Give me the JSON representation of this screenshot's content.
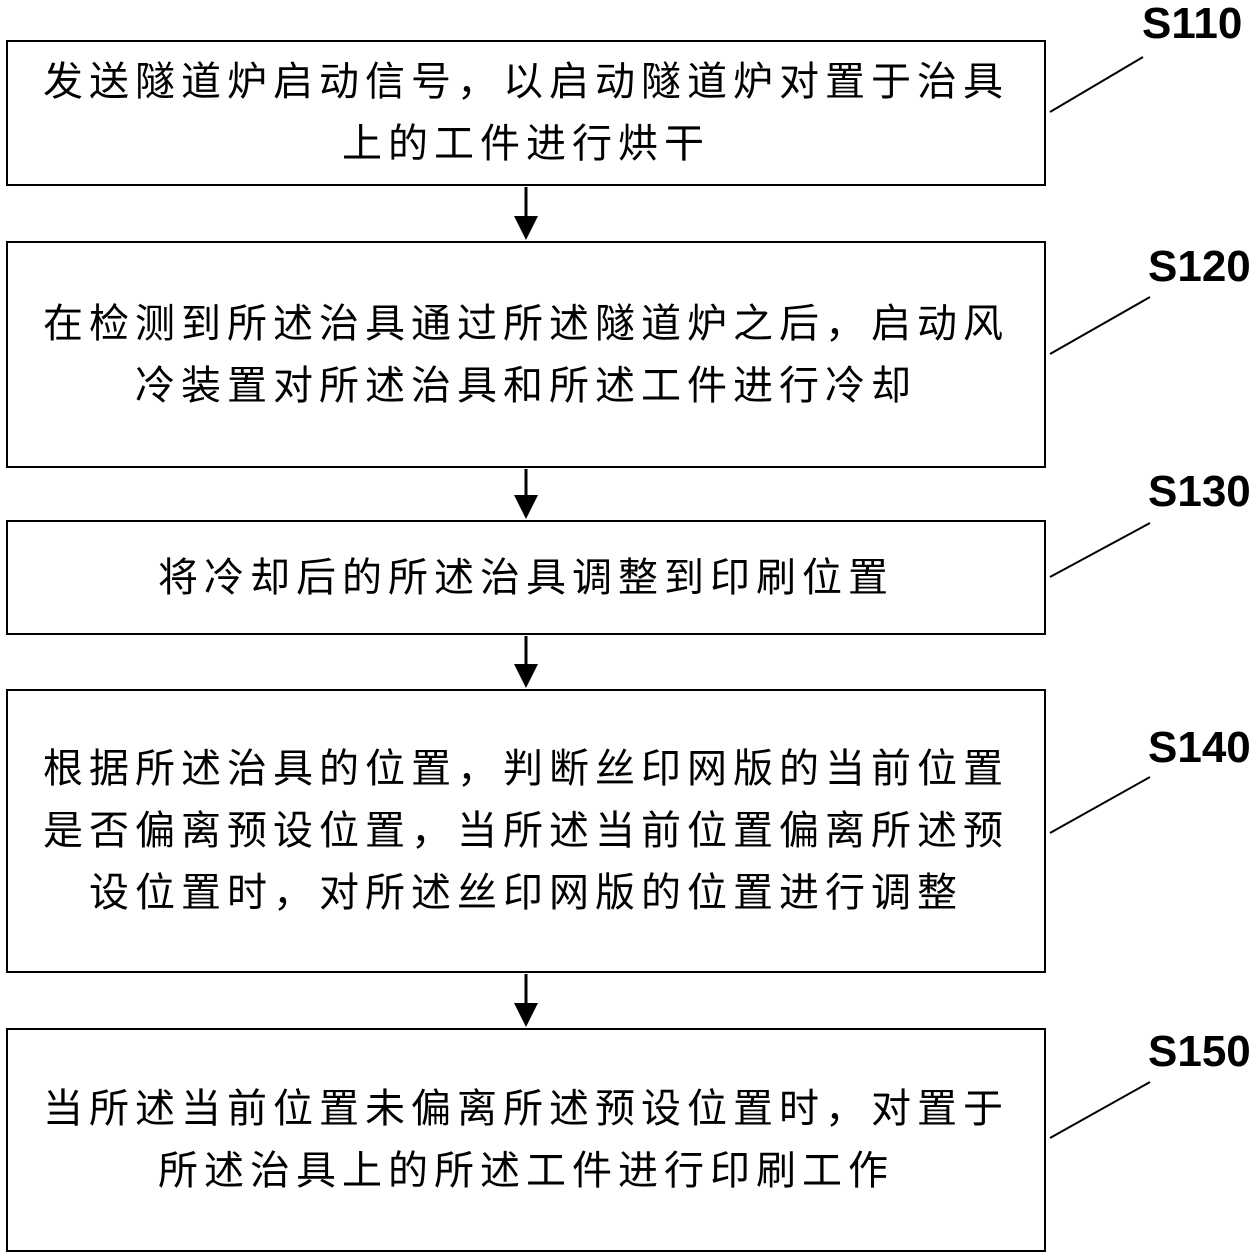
{
  "steps": [
    {
      "id": "S110",
      "label": "S110",
      "text": "发送隧道炉启动信号，以启动隧道炉对置于治具上的工件进行烘干"
    },
    {
      "id": "S120",
      "label": "S120",
      "text": "在检测到所述治具通过所述隧道炉之后，启动风冷装置对所述治具和所述工件进行冷却"
    },
    {
      "id": "S130",
      "label": "S130",
      "text": "将冷却后的所述治具调整到印刷位置"
    },
    {
      "id": "S140",
      "label": "S140",
      "text": "根据所述治具的位置，判断丝印网版的当前位置是否偏离预设位置，当所述当前位置偏离所述预设位置时，对所述丝印网版的位置进行调整"
    },
    {
      "id": "S150",
      "label": "S150",
      "text": "当所述当前位置未偏离所述预设位置时，对置于所述治具上的所述工件进行印刷工作"
    }
  ]
}
